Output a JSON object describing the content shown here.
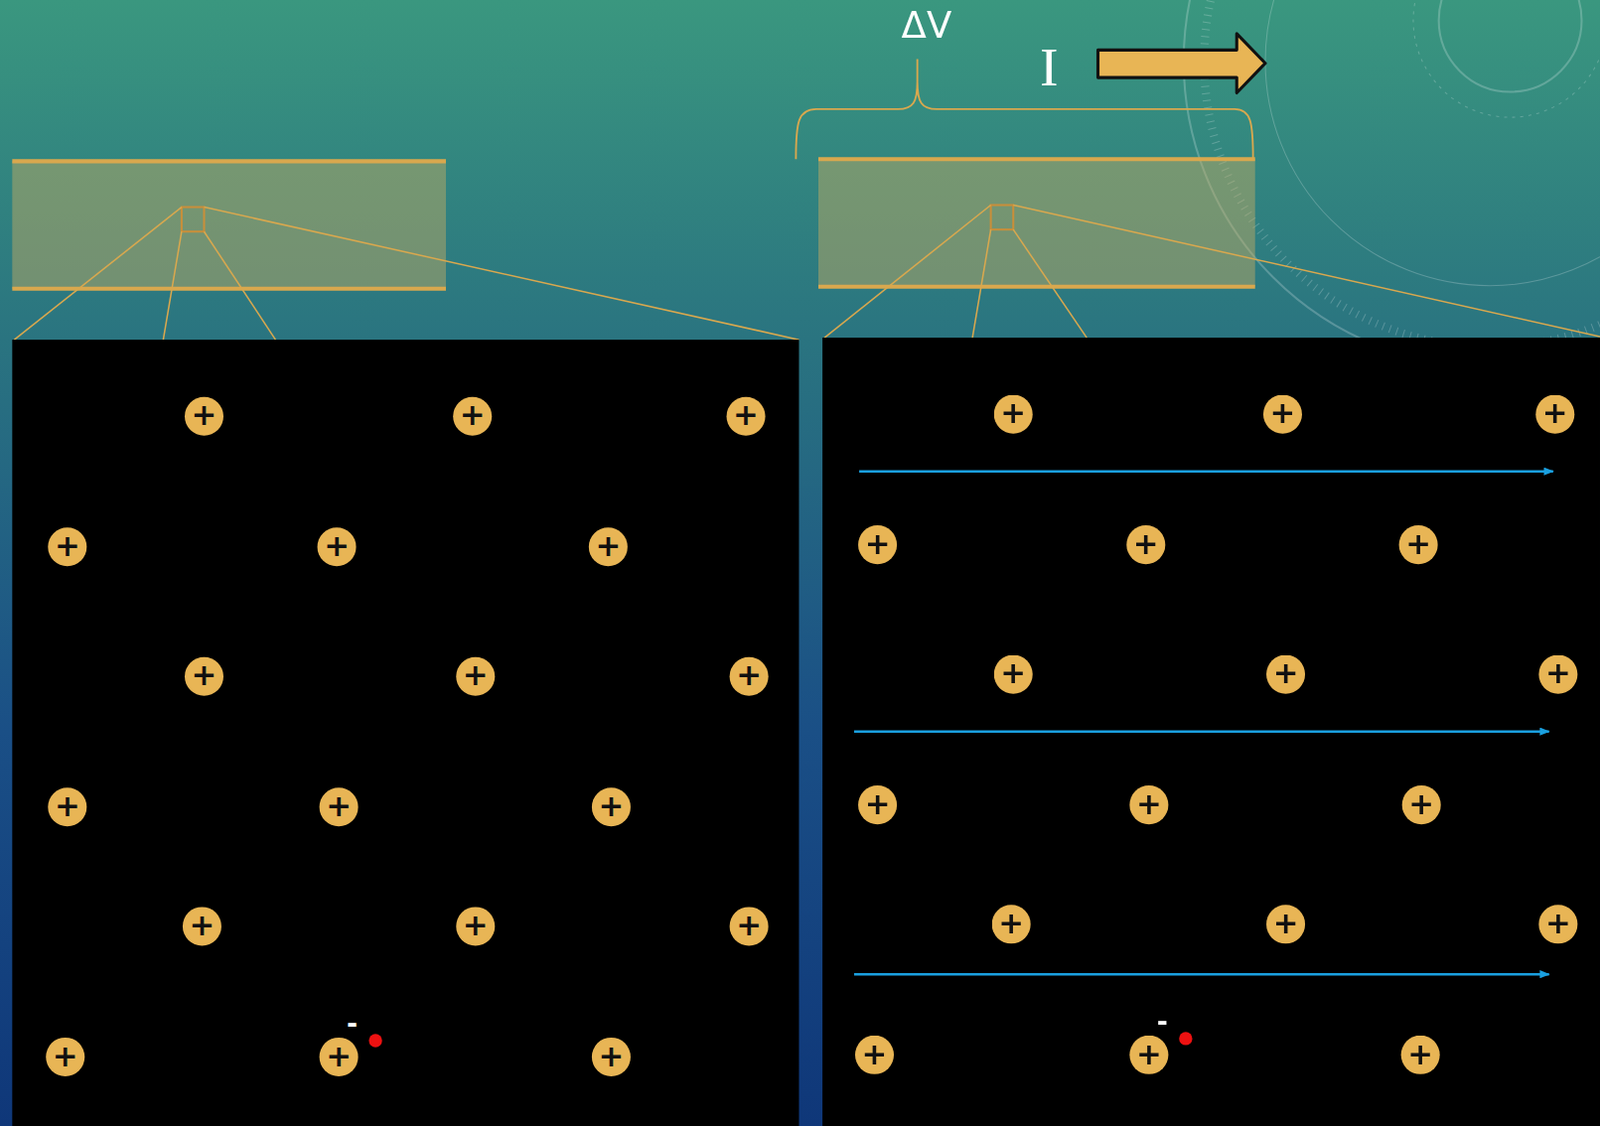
{
  "diagram": {
    "nodes": [
      {
        "text": [
          "+"
        ]
      },
      {
        "text": [
          "+"
        ]
      },
      {
        "text": [
          "+"
        ]
      },
      {
        "text": [
          "+"
        ]
      },
      {
        "text": [
          "+"
        ]
      },
      {
        "text": [
          "+"
        ]
      },
      {
        "text": [
          "+"
        ]
      },
      {
        "text": [
          "+"
        ]
      },
      {
        "text": [
          "+"
        ]
      },
      {
        "text": [
          "+"
        ]
      },
      {
        "text": [
          "+"
        ]
      },
      {
        "text": [
          "+"
        ]
      },
      {
        "text": [
          "+"
        ]
      },
      {
        "text": [
          "+"
        ]
      },
      {
        "text": [
          "+"
        ]
      },
      {
        "text": [
          "+"
        ]
      },
      {
        "text": [
          "+"
        ]
      },
      {
        "text": [
          "+"
        ]
      },
      {
        "text": [
          "+"
        ]
      },
      {
        "text": [
          "+"
        ]
      },
      {
        "text": [
          "+"
        ]
      },
      {
        "text": [
          "+"
        ]
      },
      {
        "text": [
          "+"
        ]
      },
      {
        "text": [
          "+"
        ]
      },
      {
        "text": [
          "+"
        ]
      },
      {
        "text": [
          "+"
        ]
      },
      {
        "text": [
          "+"
        ]
      },
      {
        "text": [
          "+"
        ]
      },
      {
        "text": [
          "+"
        ]
      },
      {
        "text": [
          "+"
        ]
      },
      {
        "text": [
          "+"
        ]
      },
      {
        "text": [
          "+"
        ]
      },
      {
        "text": [
          "+"
        ]
      },
      {
        "text": [
          "+"
        ]
      },
      {
        "text": [
          "+"
        ]
      },
      {
        "text": [
          "+"
        ]
      }
    ],
    "labels": [
      "ΔV",
      "I",
      "-",
      "-"
    ]
  }
}
